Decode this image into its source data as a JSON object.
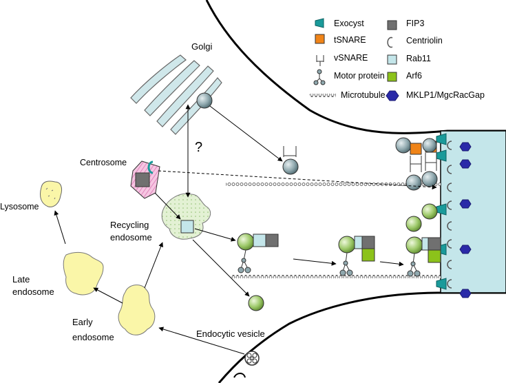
{
  "labels": {
    "golgi": "Golgi",
    "question": "?",
    "centrosome": "Centrosome",
    "lysosome": "Lysosome",
    "recycling_1": "Recycling",
    "recycling_2": "endosome",
    "late_1": "Late",
    "late_2": "endosome",
    "early_1": "Early",
    "early_2": "endosome",
    "endocytic": "Endocytic vesicle"
  },
  "legend": {
    "left": [
      {
        "label": "Exocyst",
        "icon": "exocyst-icon"
      },
      {
        "label": "tSNARE",
        "icon": "tsnare-icon"
      },
      {
        "label": "vSNARE",
        "icon": "vsnare-icon"
      },
      {
        "label": "Motor protein",
        "icon": "motor-protein-icon"
      },
      {
        "label": "Microtubule",
        "icon": "microtubule-icon"
      }
    ],
    "right": [
      {
        "label": "FIP3",
        "icon": "fip3-icon"
      },
      {
        "label": "Centriolin",
        "icon": "centriolin-icon"
      },
      {
        "label": "Rab11",
        "icon": "rab11-icon"
      },
      {
        "label": "Arf6",
        "icon": "arf6-icon"
      },
      {
        "label": "MKLP1/MgcRacGap",
        "icon": "mklp1-icon"
      }
    ]
  },
  "colors": {
    "exocyst": "#1a9a9a",
    "tsnare": "#f08418",
    "fip3": "#707070",
    "rab11": "#c4e6ea",
    "arf6": "#8cc21a",
    "mklp1": "#2a2aa8",
    "midbody": "#c4e6ea",
    "golgi": "#cfe7ea",
    "endosome_yellow": "#faf6a8",
    "recycling": "#dff0d0",
    "vesicle_gray": "#9fb6bc",
    "vesicle_green": "#a8d070",
    "centrosome_pink": "#f3b2d8"
  }
}
